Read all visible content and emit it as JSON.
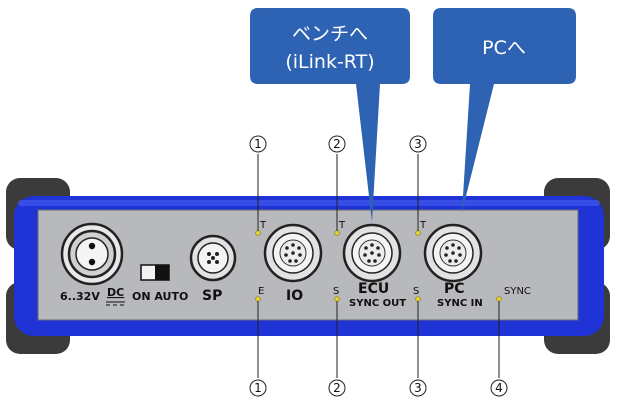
{
  "callouts": {
    "bench": {
      "line1": "ベンチへ",
      "line2": "(iLink-RT)"
    },
    "pc": {
      "line1": "PCへ"
    }
  },
  "top_markers": [
    "1",
    "2",
    "3"
  ],
  "bottom_markers": [
    "1",
    "2",
    "3",
    "4"
  ],
  "ports": {
    "power": {
      "label": "6..32V",
      "dc": "DC"
    },
    "switch": {
      "label": "ON AUTO"
    },
    "sp": {
      "label": "SP"
    },
    "io": {
      "label": "IO"
    },
    "ecu": {
      "label": "ECU",
      "sublabel": "SYNC OUT"
    },
    "pc": {
      "label": "PC",
      "sublabel": "SYNC IN"
    }
  },
  "leds": {
    "t1": "T",
    "t2": "T",
    "t3": "T",
    "e": "E",
    "s2": "S",
    "s3": "S",
    "sync": "SYNC"
  },
  "colors": {
    "casing_blue": "#1f33d6",
    "bumper_gray": "#3b3b3b",
    "panel_gray": "#b7b9bc",
    "callout_blue": "#2e63b4",
    "led_yellow": "#e3d233"
  }
}
